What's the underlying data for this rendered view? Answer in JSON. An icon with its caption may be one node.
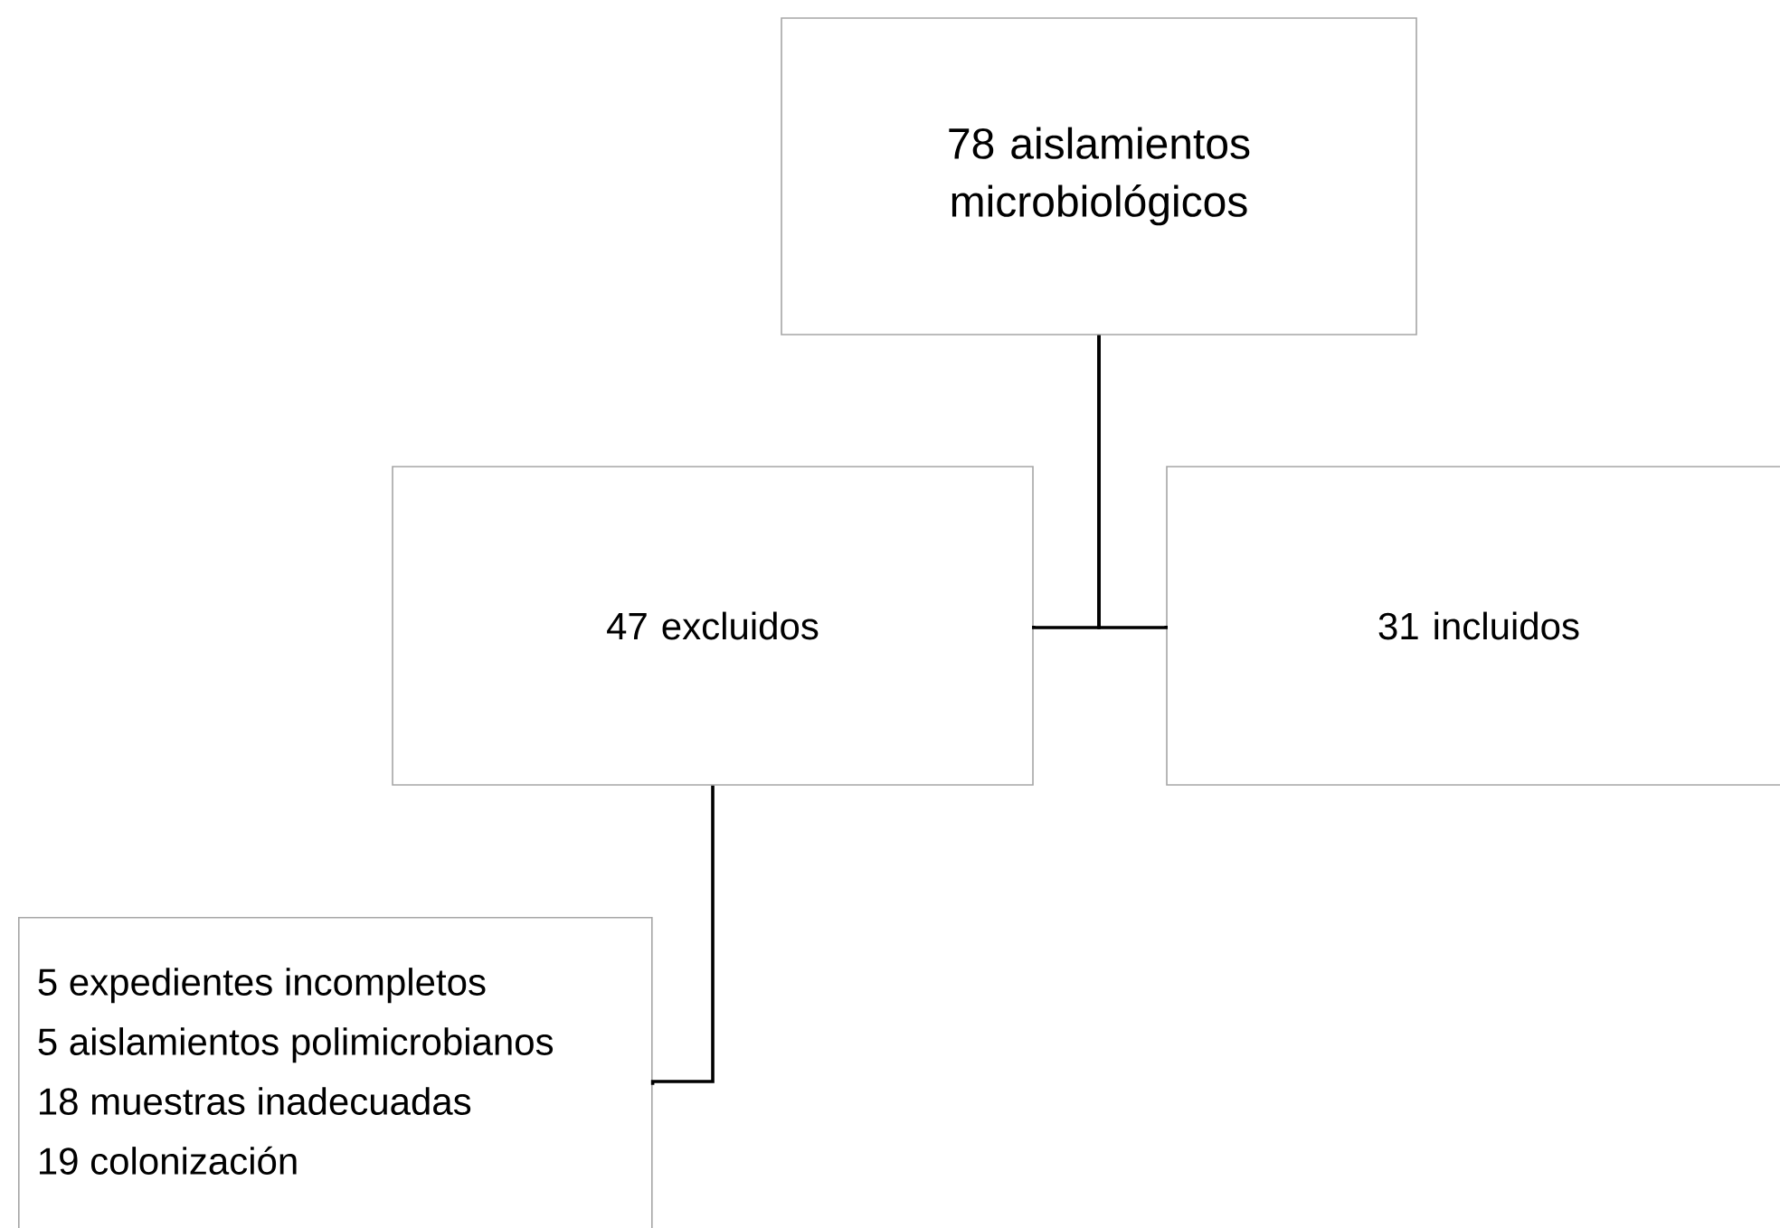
{
  "diagram": {
    "nodes": [
      {
        "text": [
          "78 aislamientos microbiológicos"
        ]
      },
      {
        "text": [
          "47 excluidos"
        ]
      },
      {
        "text": [
          "31 incluidos"
        ]
      },
      {
        "text": [
          "5 expedientes incompletos",
          "5 aislamientos polimicrobianos",
          "18 muestras inadecuadas",
          "19 colonización"
        ]
      }
    ],
    "edges": [
      {
        "from": 0,
        "to": 1,
        "arrow": "none"
      },
      {
        "from": 0,
        "to": 2,
        "arrow": "none"
      },
      {
        "from": 1,
        "to": 3,
        "arrow": "none"
      }
    ]
  }
}
